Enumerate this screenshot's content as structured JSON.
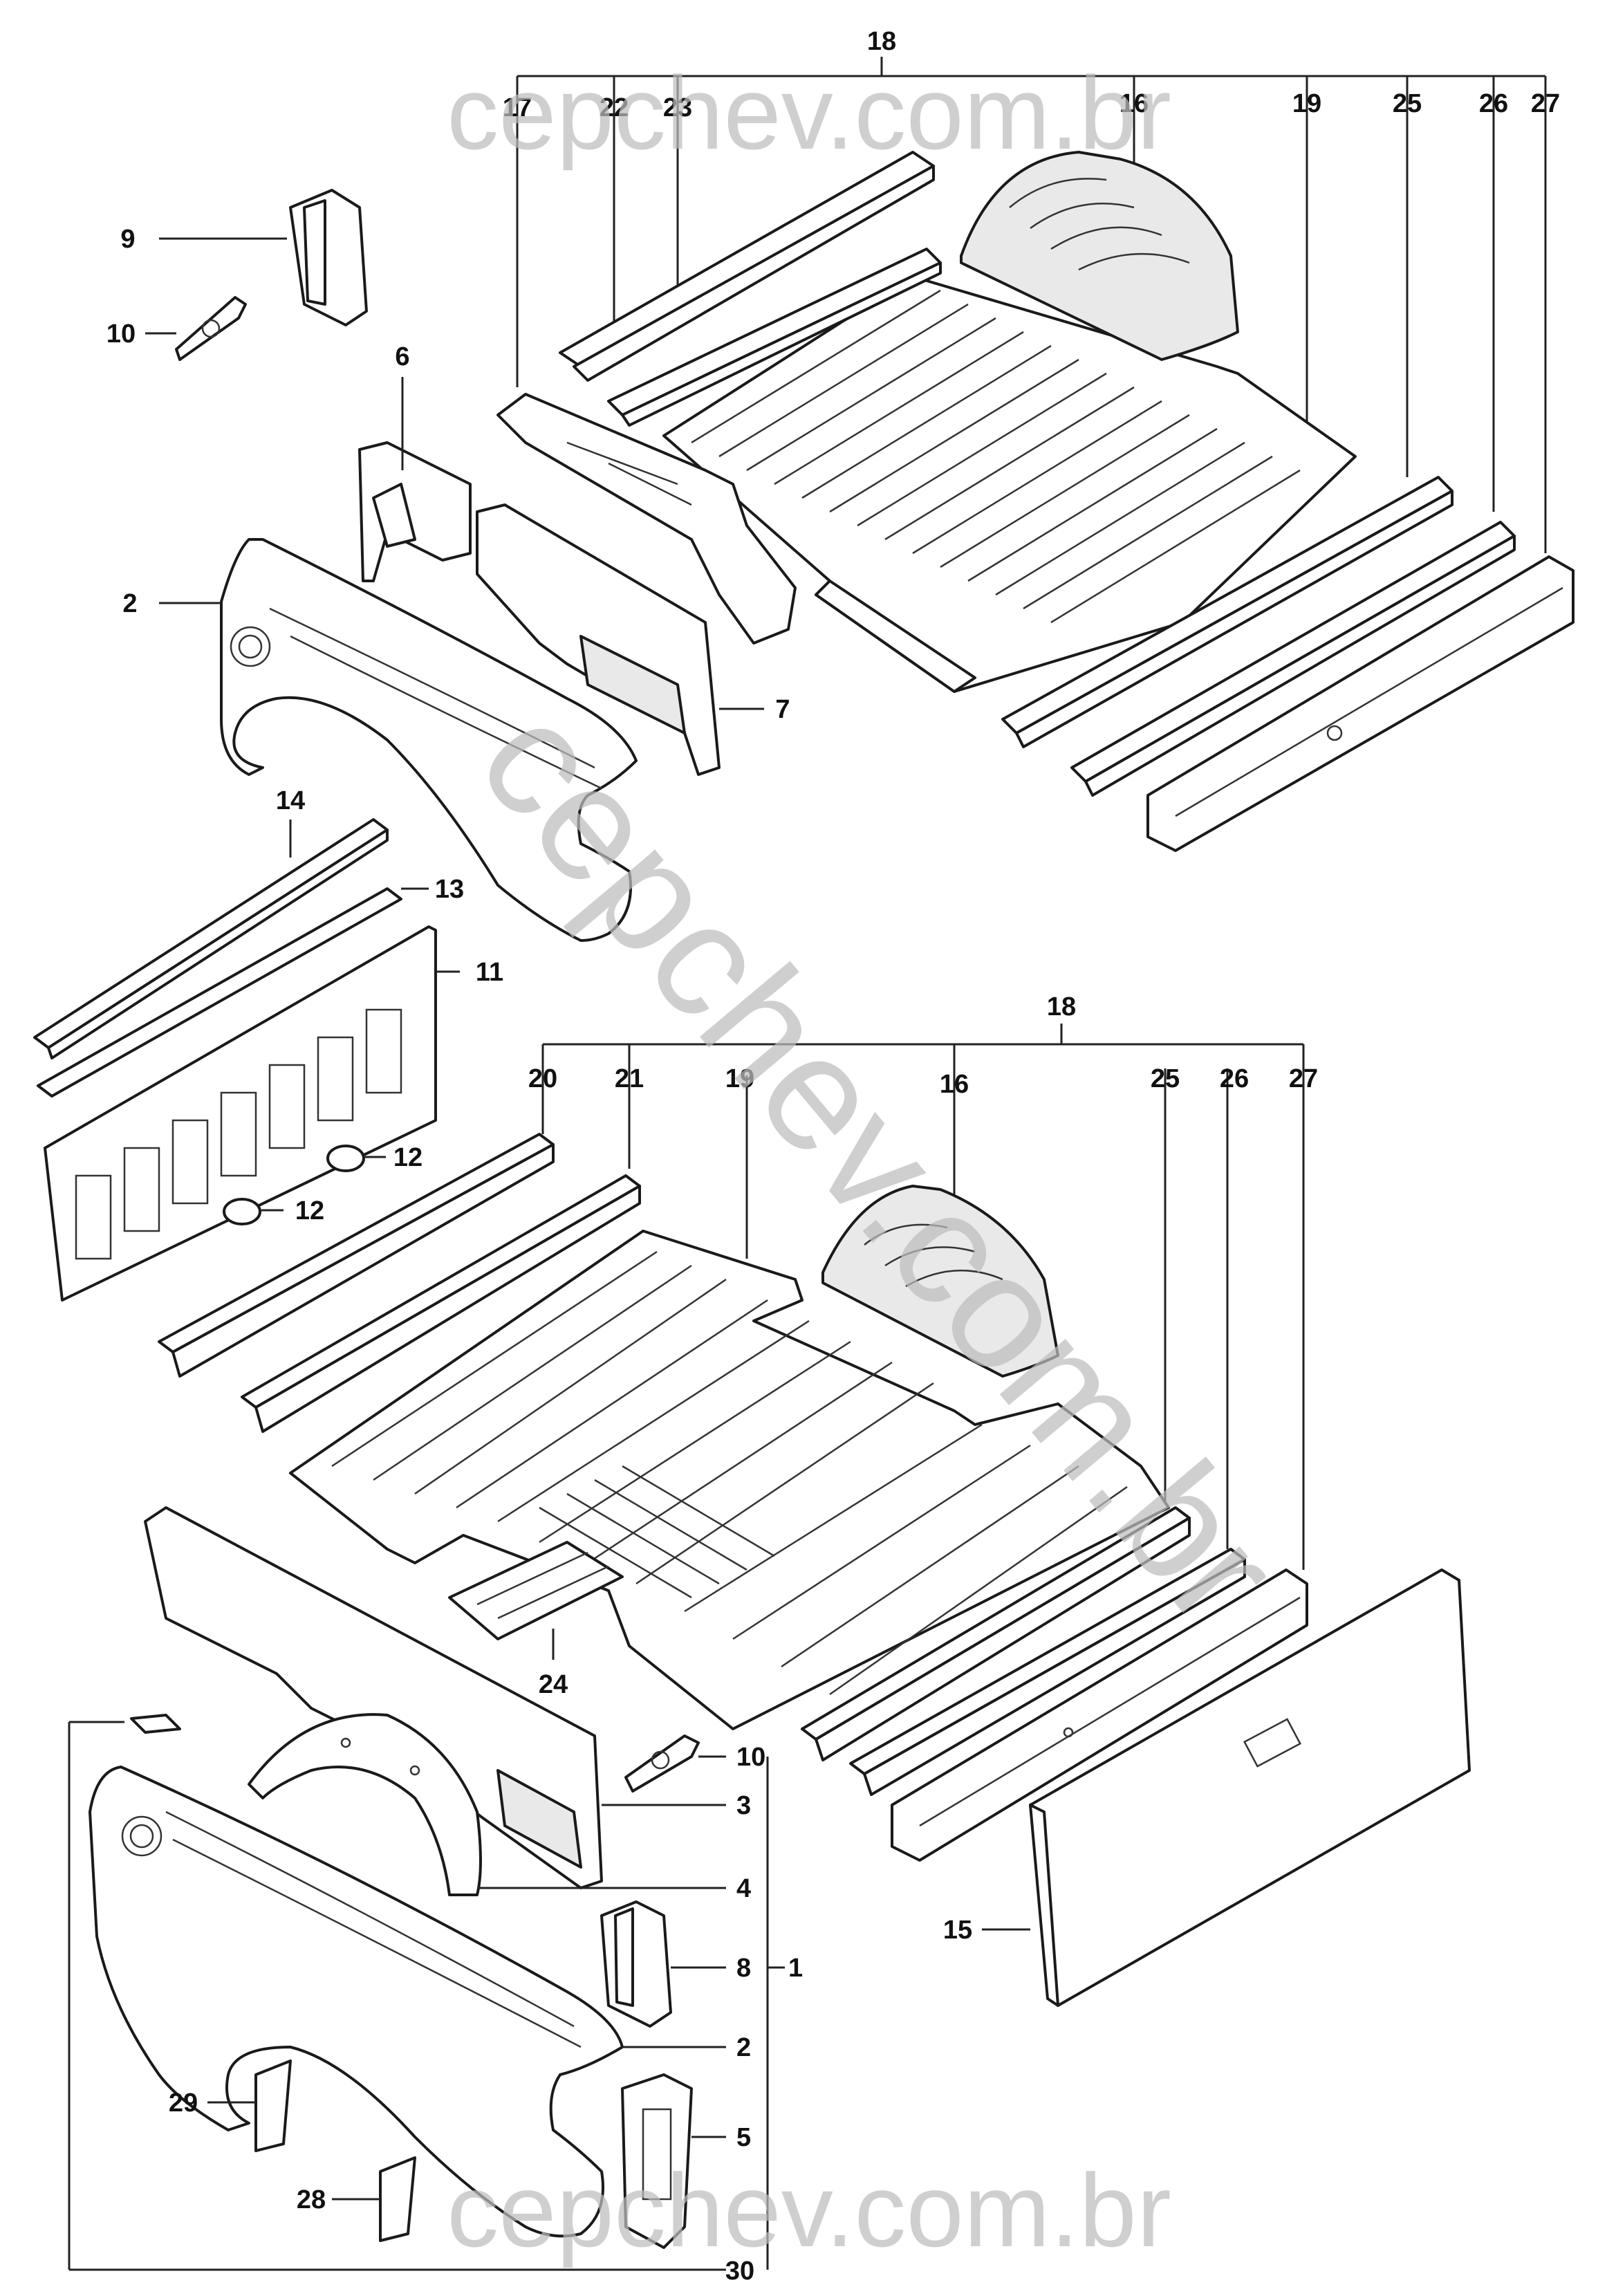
{
  "watermark": {
    "top": "cepchev.com.br",
    "bottom": "cepchev.com.br",
    "diagonal": "cepchev.com.br"
  },
  "labels": {
    "upper_18": "18",
    "upper_17": "17",
    "upper_22": "22",
    "upper_23": "23",
    "upper_16": "16",
    "upper_19": "19",
    "upper_25": "25",
    "upper_26": "26",
    "upper_27": "27",
    "p9": "9",
    "p10_top": "10",
    "p6": "6",
    "p2_top": "2",
    "p7": "7",
    "p14": "14",
    "p13": "13",
    "p11": "11",
    "p12_a": "12",
    "p12_b": "12",
    "lower_18": "18",
    "lower_20": "20",
    "lower_21": "21",
    "lower_19": "19",
    "lower_16": "16",
    "lower_25": "25",
    "lower_26": "26",
    "lower_27": "27",
    "p24": "24",
    "p10_bot": "10",
    "p3": "3",
    "p4": "4",
    "p8": "8",
    "p1": "1",
    "p2_bot": "2",
    "p5": "5",
    "p29": "29",
    "p28": "28",
    "p30": "30",
    "p15": "15"
  }
}
